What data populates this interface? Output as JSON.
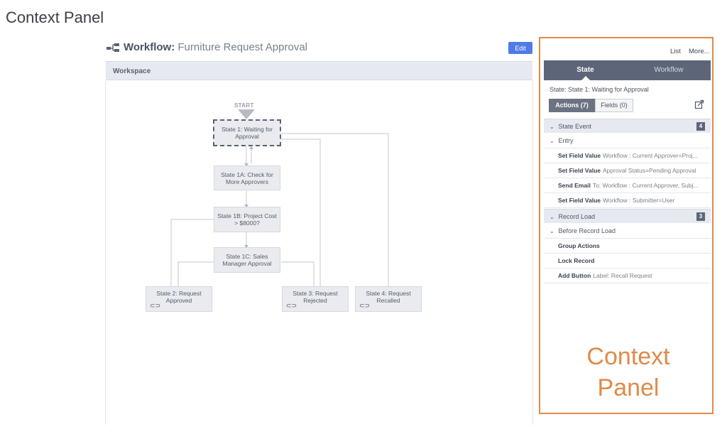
{
  "page_title": "Context Panel",
  "workflow": {
    "label": "Workflow:",
    "name": "Furniture Request Approval",
    "edit_label": "Edit"
  },
  "workspace": {
    "title": "Workspace",
    "start_label": "START",
    "nodes": {
      "s1": "State 1: Waiting for Approval",
      "s1a": "State 1A: Check for More Approvers",
      "s1b": "State 1B: Project Cost > $8000?",
      "s1c": "State 1C: Sales Manager Approval",
      "s2": "State 2: Request Approved",
      "s3": "State 3: Request Rejected",
      "s4": "State 4: Request Recalled"
    },
    "link_glyph": "⊂⊃"
  },
  "panel": {
    "links": {
      "list": "List",
      "more": "More..."
    },
    "tabs": {
      "state": "State",
      "workflow": "Workflow"
    },
    "state_label": "State: State 1: Waiting for Approval",
    "segments": {
      "actions": "Actions (7)",
      "fields": "Fields (0)"
    },
    "state_event": {
      "label": "State Event",
      "count": "4"
    },
    "entry_label": "Entry",
    "entry_rows": [
      {
        "action": "Set Field Value",
        "detail": "Workflow : Current Approver=Proj..."
      },
      {
        "action": "Set Field Value",
        "detail": "Approval Status=Pending Approval"
      },
      {
        "action": "Send Email",
        "detail": "To: Workflow : Current Approver, Subj..."
      },
      {
        "action": "Set Field Value",
        "detail": "Workflow : Submitter=User"
      }
    ],
    "record_load": {
      "label": "Record Load",
      "count": "3"
    },
    "before_record_load_label": "Before Record Load",
    "record_rows": [
      {
        "action": "Group Actions",
        "detail": ""
      },
      {
        "action": "Lock Record",
        "detail": ""
      },
      {
        "action": "Add Button",
        "detail": "Label: Recall Request"
      }
    ],
    "annotation": "Context Panel"
  },
  "colors": {
    "accent_orange": "#e08a4a",
    "edit_blue": "#4f7be6",
    "tab_bar": "#5d6579"
  }
}
